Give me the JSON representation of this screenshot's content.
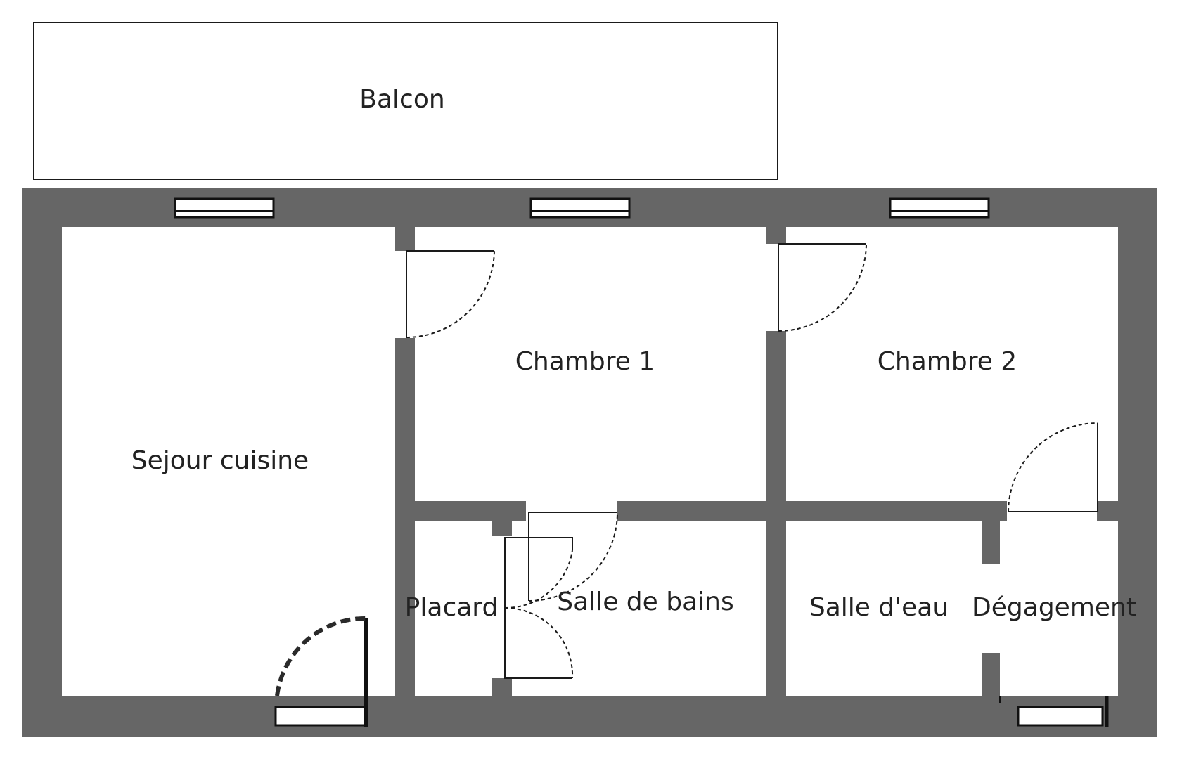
{
  "colors": {
    "wall": "#666666",
    "floor": "#ffffff",
    "outline": "#1a1a1a",
    "text": "#222222"
  },
  "rooms": {
    "balcon": "Balcon",
    "sejour_cuisine": "Sejour cuisine",
    "chambre_1": "Chambre 1",
    "chambre_2": "Chambre 2",
    "placard": "Placard",
    "salle_de_bains": "Salle de bains",
    "salle_d_eau": "Salle d'eau",
    "degagement": "Dégagement"
  },
  "windows": [
    "window",
    "window",
    "window",
    "window",
    "window"
  ],
  "doors": [
    "door",
    "door",
    "door",
    "door",
    "door",
    "door",
    "door",
    "door"
  ]
}
